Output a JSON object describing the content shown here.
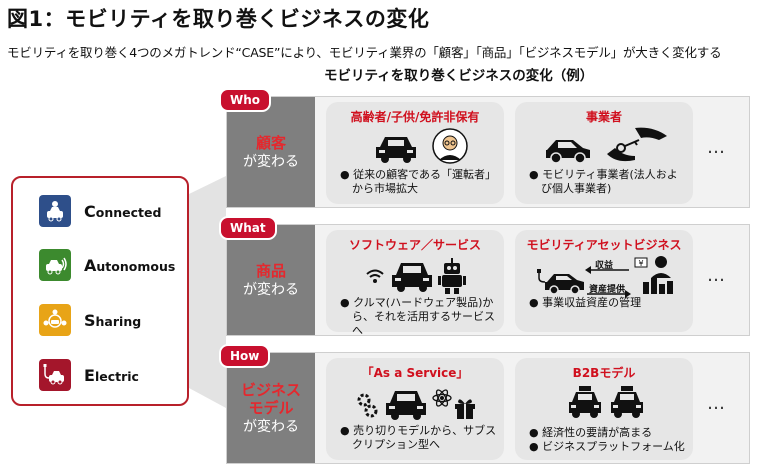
{
  "title": "図1：モビリティを取り巻くビジネスの変化",
  "subtitle": "モビリティを取り巻く4つのメガトレンド“CASE”により、モビリティ業界の「顧客」「商品」「ビジネスモデル」が大きく変化する",
  "diagram_title": "モビリティを取り巻くビジネスの変化（例）",
  "colors": {
    "accent_red": "#c8102e",
    "label_gray": "#7f7f7f",
    "card_gray": "#e6e6e6",
    "row_bg": "#f2f2f2"
  },
  "case": [
    {
      "initial": "C",
      "rest": "onnected",
      "icon": "connected-car-icon",
      "color": "#2e4f8a"
    },
    {
      "initial": "A",
      "rest": "utonomous",
      "icon": "autonomous-car-icon",
      "color": "#3c8a2e"
    },
    {
      "initial": "S",
      "rest": "haring",
      "icon": "sharing-icon",
      "color": "#e8a417"
    },
    {
      "initial": "E",
      "rest": "lectric",
      "icon": "electric-car-icon",
      "color": "#a4162b"
    }
  ],
  "rows": [
    {
      "tag": "Who",
      "main": "顧客",
      "sub": "が変わる",
      "cards": [
        {
          "title": "高齢者/子供/免許非保有",
          "icons": [
            "car-icon",
            "elderly-person-icon"
          ],
          "bullets": [
            "従来の顧客である「運転者」から市場拡大"
          ]
        },
        {
          "title": "事業者",
          "icons": [
            "car-icon",
            "key-handover-icon"
          ],
          "bullets": [
            "モビリティ事業者(法人および個人事業者)"
          ]
        }
      ],
      "more": "…"
    },
    {
      "tag": "What",
      "main": "商品",
      "sub": "が変わる",
      "cards": [
        {
          "title": "ソフトウェア／サービス",
          "icons": [
            "wifi-icon",
            "car-icon",
            "robot-icon"
          ],
          "bullets": [
            "クルマ(ハードウェア製品)から、それを活用するサービスへ"
          ]
        },
        {
          "title": "モビリティアセットビジネス",
          "icons": [
            "ev-car-icon",
            "revenue-flow-icon",
            "asset-provider-icon"
          ],
          "labels": [
            "収益",
            "資産提供"
          ],
          "bullets": [
            "事業収益資産の管理"
          ]
        }
      ],
      "more": "…"
    },
    {
      "tag": "How",
      "main": "ビジネス\nモデル",
      "sub": "が変わる",
      "cards": [
        {
          "title": "「As a Service」",
          "icons": [
            "gears-icon",
            "car-icon",
            "atom-icon",
            "gift-icon"
          ],
          "bullets": [
            "売り切りモデルから、サブスクリプション型へ"
          ]
        },
        {
          "title": "B2Bモデル",
          "icons": [
            "taxi-icon",
            "taxi-icon"
          ],
          "bullets": [
            "経済性の要請が高まる",
            "ビジネスプラットフォーム化"
          ]
        }
      ],
      "more": "…"
    }
  ]
}
